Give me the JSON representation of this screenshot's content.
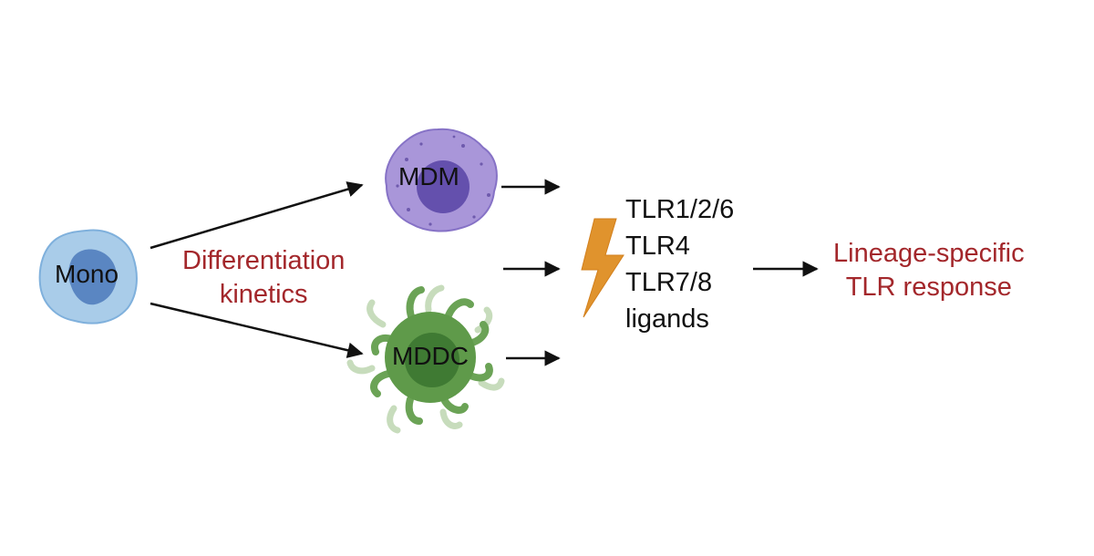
{
  "cells": {
    "mono": "Mono",
    "mdm": "MDM",
    "mddc": "MDDC"
  },
  "differentiation": {
    "line1": "Differentiation",
    "line2": "kinetics"
  },
  "ligands": [
    "TLR1/2/6",
    "TLR4",
    "TLR7/8",
    "ligands"
  ],
  "response": {
    "line1": "Lineage-specific",
    "line2": "TLR response"
  },
  "colors": {
    "accent_red": "#a3272b",
    "mono_fill": "#a9cce9",
    "mono_nucleus": "#5a86c2",
    "mdm_fill": "#a996d9",
    "mdm_nucleus": "#6450ad",
    "mddc_fill": "#5f9a4a",
    "mddc_nucleus": "#3f7a33",
    "bolt": "#e0932d",
    "arrow": "#111111"
  },
  "icons": [
    "monocyte-cell-icon",
    "macrophage-cell-icon",
    "dendritic-cell-icon",
    "lightning-bolt-icon"
  ]
}
